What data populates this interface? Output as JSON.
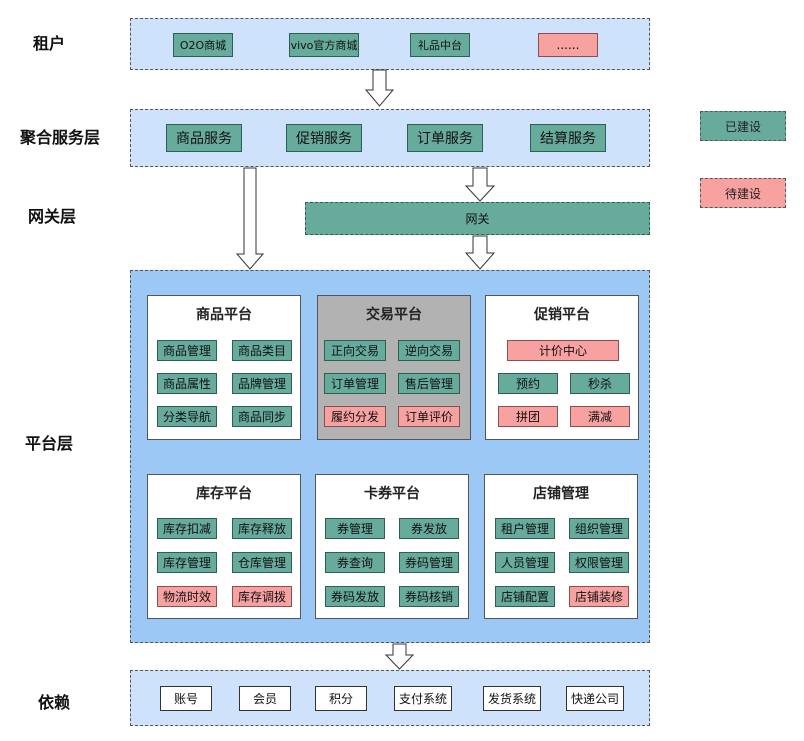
{
  "layers": {
    "tenant": "租户",
    "aggregate": "聚合服务层",
    "gateway": "网关层",
    "platform": "平台层",
    "dependency": "依赖"
  },
  "tenants": [
    "O2O商城",
    "vivo官方商城",
    "礼品中台",
    "......"
  ],
  "aggregate_services": [
    "商品服务",
    "促销服务",
    "订单服务",
    "结算服务"
  ],
  "gateway_label": "网关",
  "legend": {
    "built": "已建设",
    "pending": "待建设"
  },
  "colors": {
    "built": "#66ab9b",
    "pending": "#f8a1a1",
    "band": "#cfe2fb",
    "platform_band": "#9cc8f6"
  },
  "platforms": {
    "goods": {
      "title": "商品平台",
      "items": [
        "商品管理",
        "商品类目",
        "商品属性",
        "品牌管理",
        "分类导航",
        "商品同步"
      ]
    },
    "trade": {
      "title": "交易平台",
      "items": [
        "正向交易",
        "逆向交易",
        "订单管理",
        "售后管理",
        "履约分发",
        "订单评价"
      ]
    },
    "promo": {
      "title": "促销平台",
      "items": [
        "计价中心",
        "预约",
        "秒杀",
        "拼团",
        "满减"
      ]
    },
    "stock": {
      "title": "库存平台",
      "items": [
        "库存扣减",
        "库存释放",
        "库存管理",
        "仓库管理",
        "物流时效",
        "库存调拨"
      ]
    },
    "coupon": {
      "title": "卡券平台",
      "items": [
        "券管理",
        "券发放",
        "券查询",
        "券码管理",
        "券码发放",
        "券码核销"
      ]
    },
    "shop": {
      "title": "店铺管理",
      "items": [
        "租户管理",
        "组织管理",
        "人员管理",
        "权限管理",
        "店铺配置",
        "店铺装修"
      ]
    }
  },
  "dependencies": [
    "账号",
    "会员",
    "积分",
    "支付系统",
    "发货系统",
    "快递公司"
  ]
}
